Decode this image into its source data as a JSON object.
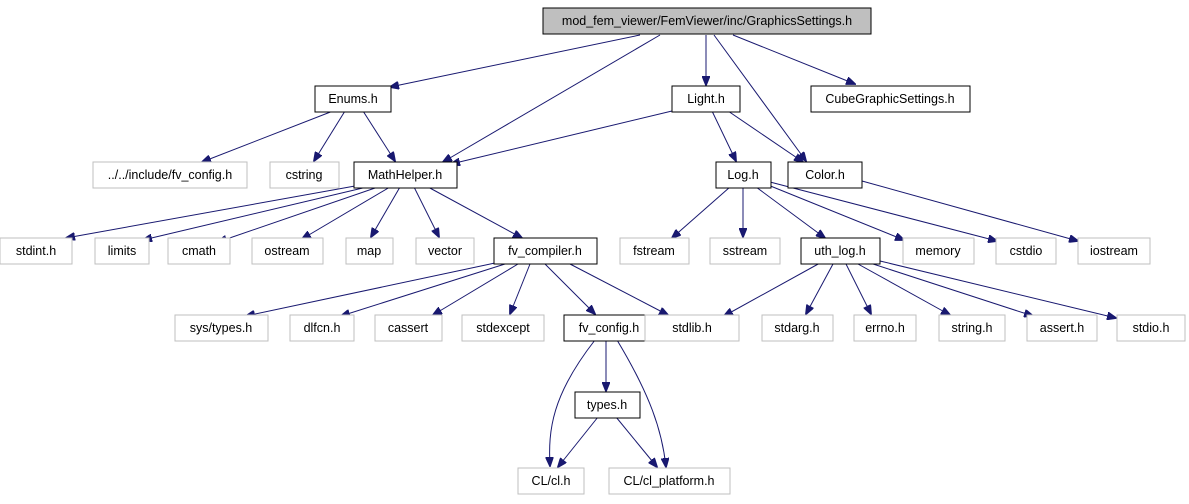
{
  "graph": {
    "nodes": [
      {
        "id": "graphics_settings",
        "label": "mod_fem_viewer/FemViewer/inc/GraphicsSettings.h",
        "kind": "root"
      },
      {
        "id": "enums",
        "label": "Enums.h",
        "kind": "doc"
      },
      {
        "id": "light",
        "label": "Light.h",
        "kind": "doc"
      },
      {
        "id": "cube_graphic_settings",
        "label": "CubeGraphicSettings.h",
        "kind": "doc"
      },
      {
        "id": "include_fv_config",
        "label": "../../include/fv_config.h",
        "kind": "external"
      },
      {
        "id": "cstring",
        "label": "cstring",
        "kind": "external"
      },
      {
        "id": "math_helper",
        "label": "MathHelper.h",
        "kind": "doc"
      },
      {
        "id": "log",
        "label": "Log.h",
        "kind": "doc"
      },
      {
        "id": "color",
        "label": "Color.h",
        "kind": "doc"
      },
      {
        "id": "stdint",
        "label": "stdint.h",
        "kind": "external"
      },
      {
        "id": "limits",
        "label": "limits",
        "kind": "external"
      },
      {
        "id": "cmath",
        "label": "cmath",
        "kind": "external"
      },
      {
        "id": "ostream",
        "label": "ostream",
        "kind": "external"
      },
      {
        "id": "map",
        "label": "map",
        "kind": "external"
      },
      {
        "id": "vector",
        "label": "vector",
        "kind": "external"
      },
      {
        "id": "fv_compiler",
        "label": "fv_compiler.h",
        "kind": "doc"
      },
      {
        "id": "fstream",
        "label": "fstream",
        "kind": "external"
      },
      {
        "id": "sstream",
        "label": "sstream",
        "kind": "external"
      },
      {
        "id": "uth_log",
        "label": "uth_log.h",
        "kind": "doc"
      },
      {
        "id": "memory",
        "label": "memory",
        "kind": "external"
      },
      {
        "id": "cstdio",
        "label": "cstdio",
        "kind": "external"
      },
      {
        "id": "iostream",
        "label": "iostream",
        "kind": "external"
      },
      {
        "id": "sys_types",
        "label": "sys/types.h",
        "kind": "external"
      },
      {
        "id": "dlfcn",
        "label": "dlfcn.h",
        "kind": "external"
      },
      {
        "id": "cassert",
        "label": "cassert",
        "kind": "external"
      },
      {
        "id": "stdexcept",
        "label": "stdexcept",
        "kind": "external"
      },
      {
        "id": "fv_config",
        "label": "fv_config.h",
        "kind": "doc"
      },
      {
        "id": "stdlib",
        "label": "stdlib.h",
        "kind": "external"
      },
      {
        "id": "stdarg",
        "label": "stdarg.h",
        "kind": "external"
      },
      {
        "id": "errno",
        "label": "errno.h",
        "kind": "external"
      },
      {
        "id": "string",
        "label": "string.h",
        "kind": "external"
      },
      {
        "id": "assert",
        "label": "assert.h",
        "kind": "external"
      },
      {
        "id": "stdio",
        "label": "stdio.h",
        "kind": "external"
      },
      {
        "id": "types",
        "label": "types.h",
        "kind": "doc"
      },
      {
        "id": "cl",
        "label": "CL/cl.h",
        "kind": "external"
      },
      {
        "id": "cl_platform",
        "label": "CL/cl_platform.h",
        "kind": "external"
      }
    ],
    "edges": [
      [
        "graphics_settings",
        "enums"
      ],
      [
        "graphics_settings",
        "math_helper"
      ],
      [
        "graphics_settings",
        "light"
      ],
      [
        "graphics_settings",
        "color"
      ],
      [
        "graphics_settings",
        "cube_graphic_settings"
      ],
      [
        "enums",
        "include_fv_config"
      ],
      [
        "enums",
        "cstring"
      ],
      [
        "enums",
        "math_helper"
      ],
      [
        "light",
        "math_helper"
      ],
      [
        "light",
        "log"
      ],
      [
        "light",
        "color"
      ],
      [
        "math_helper",
        "stdint"
      ],
      [
        "math_helper",
        "limits"
      ],
      [
        "math_helper",
        "cmath"
      ],
      [
        "math_helper",
        "ostream"
      ],
      [
        "math_helper",
        "map"
      ],
      [
        "math_helper",
        "vector"
      ],
      [
        "math_helper",
        "fv_compiler"
      ],
      [
        "log",
        "fstream"
      ],
      [
        "log",
        "sstream"
      ],
      [
        "log",
        "uth_log"
      ],
      [
        "log",
        "memory"
      ],
      [
        "log",
        "cstdio"
      ],
      [
        "color",
        "iostream"
      ],
      [
        "fv_compiler",
        "sys_types"
      ],
      [
        "fv_compiler",
        "dlfcn"
      ],
      [
        "fv_compiler",
        "cassert"
      ],
      [
        "fv_compiler",
        "stdexcept"
      ],
      [
        "fv_compiler",
        "fv_config"
      ],
      [
        "fv_compiler",
        "stdlib"
      ],
      [
        "uth_log",
        "stdlib"
      ],
      [
        "uth_log",
        "stdarg"
      ],
      [
        "uth_log",
        "errno"
      ],
      [
        "uth_log",
        "string"
      ],
      [
        "uth_log",
        "assert"
      ],
      [
        "uth_log",
        "stdio"
      ],
      [
        "fv_config",
        "types"
      ],
      [
        "fv_config",
        "cl"
      ],
      [
        "fv_config",
        "cl_platform"
      ],
      [
        "types",
        "cl"
      ],
      [
        "types",
        "cl_platform"
      ]
    ]
  }
}
